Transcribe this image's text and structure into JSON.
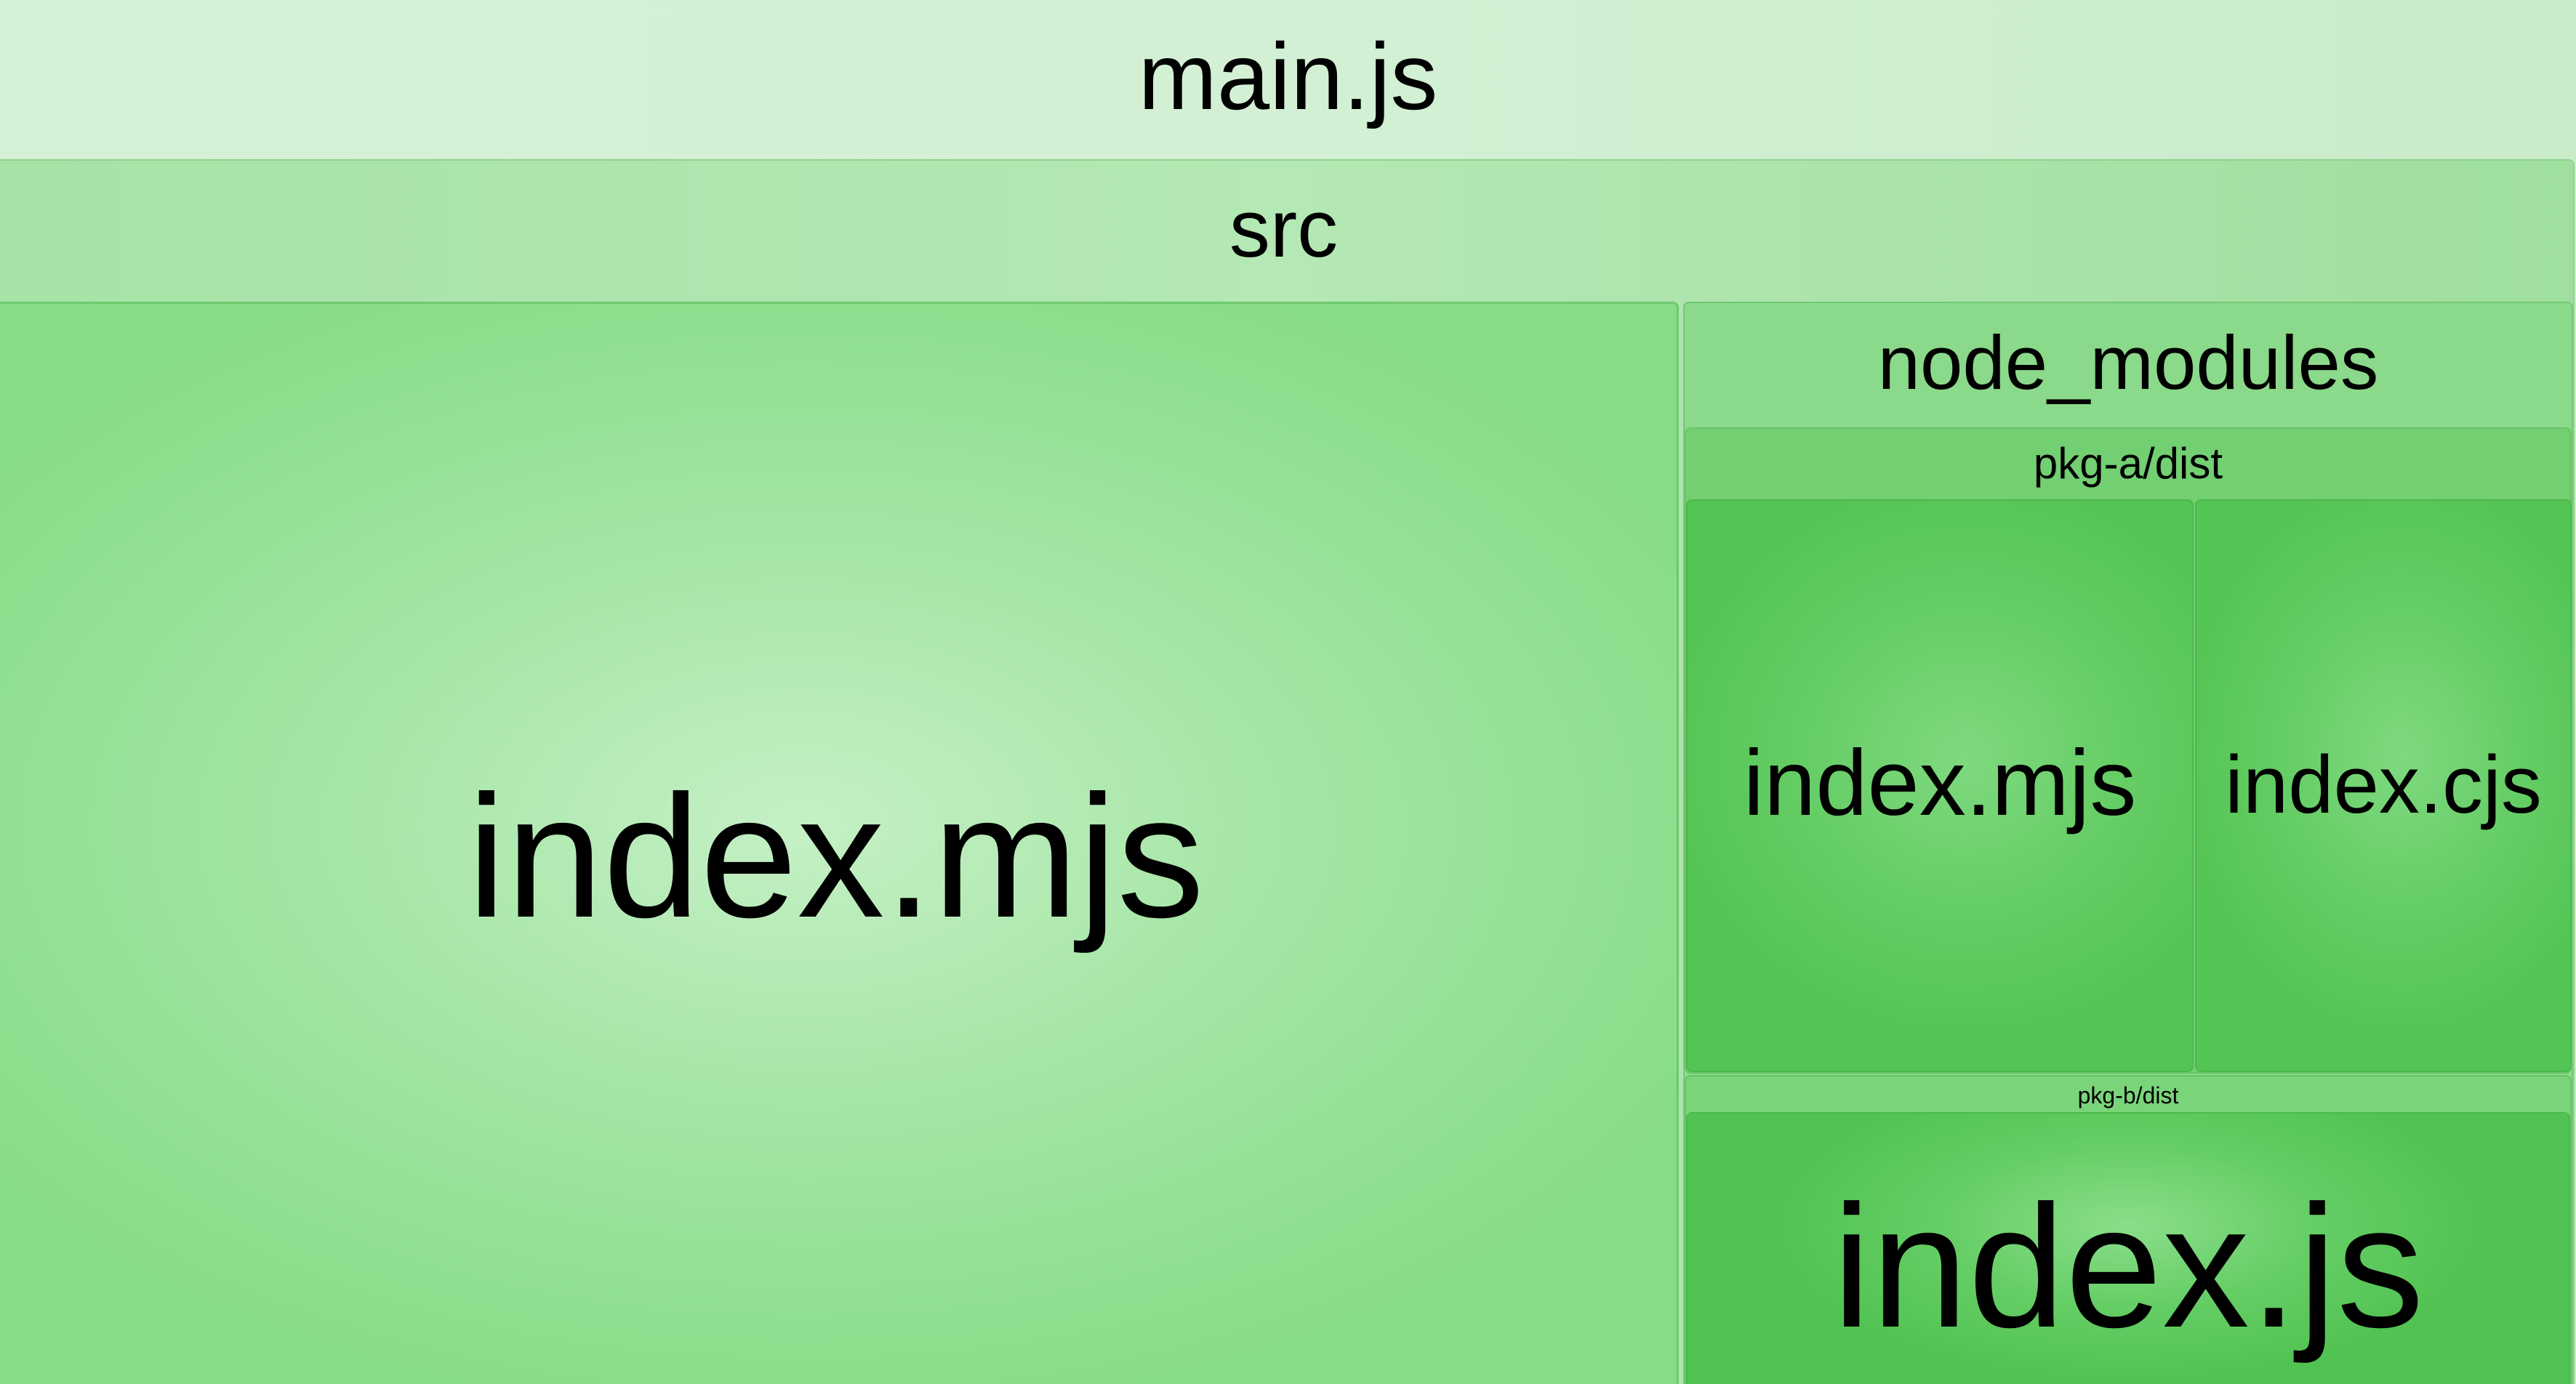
{
  "treemap": {
    "root": {
      "label": "main.js"
    },
    "src": {
      "label": "src",
      "children": {
        "index": {
          "label": "index.mjs"
        }
      }
    },
    "node_modules": {
      "label": "node_modules",
      "pkg_a": {
        "label": "pkg-a/dist",
        "children": {
          "mjs": {
            "label": "index.mjs"
          },
          "cjs": {
            "label": "index.cjs"
          }
        }
      },
      "pkg_b": {
        "label": "pkg-b/dist",
        "children": {
          "js": {
            "label": "index.js"
          }
        }
      }
    }
  },
  "colors": {
    "root": "#d3f0d5",
    "src": "#b4e8b4",
    "src_file": "#a6e6a6",
    "node_modules": "#8bd98b",
    "pkg_dir": "#72cf72",
    "pkg_file": "#64cd64"
  }
}
